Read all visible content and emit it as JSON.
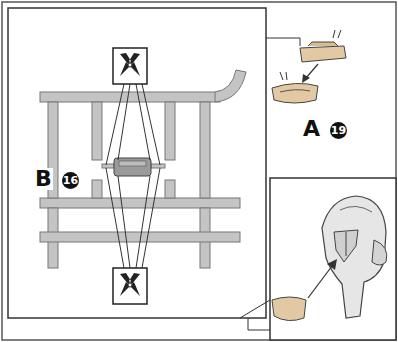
{
  "diagram": {
    "labels": [
      "B",
      "16",
      "A",
      "19"
    ]
  }
}
